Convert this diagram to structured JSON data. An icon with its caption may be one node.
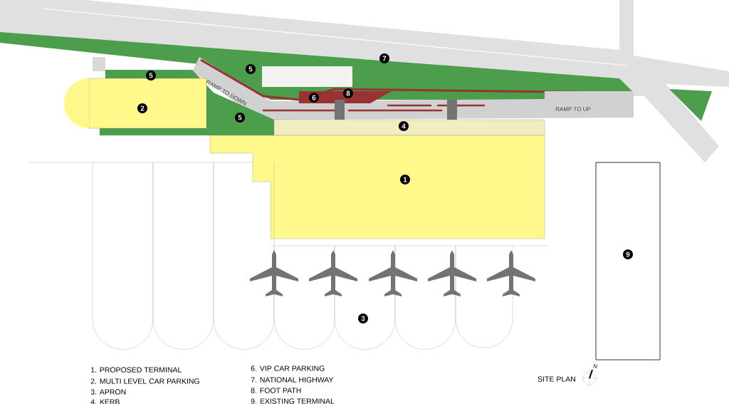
{
  "diagram": {
    "labels": [
      "7",
      "5",
      "5",
      "8",
      "6",
      "2",
      "5",
      "4",
      "RAMP TO DOWN",
      "RAMP TO UP",
      "1",
      "9",
      "3",
      "1. PROPOSED TERMINAL",
      "2. MULTI LEVEL CAR PARKING",
      "3. APRON",
      "4. KERB",
      "6. VIP CAR PARKING",
      "7. NATIONAL HIGHWAY",
      "8. FOOT PATH",
      "9. EXISTING TERMINAL",
      "SITE PLAN",
      "N"
    ]
  }
}
